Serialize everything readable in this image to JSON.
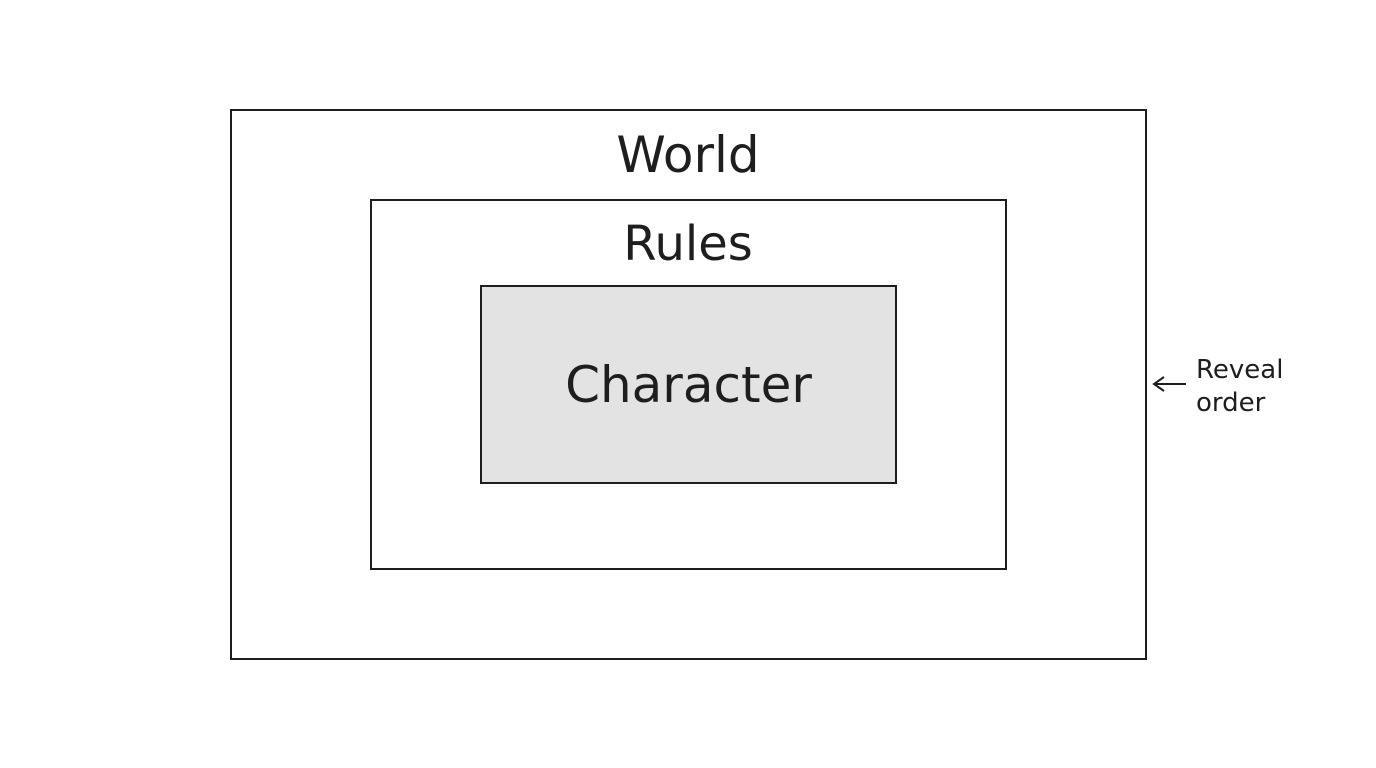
{
  "diagram": {
    "layers": [
      {
        "label": "World"
      },
      {
        "label": "Rules"
      },
      {
        "label": "Character"
      }
    ],
    "annotation": {
      "line1": "Reveal",
      "line2": "order",
      "icon": "arrow-left-icon"
    },
    "colors": {
      "stroke": "#1e1e1e",
      "inner_fill": "#e3e3e3",
      "background": "#ffffff"
    }
  }
}
